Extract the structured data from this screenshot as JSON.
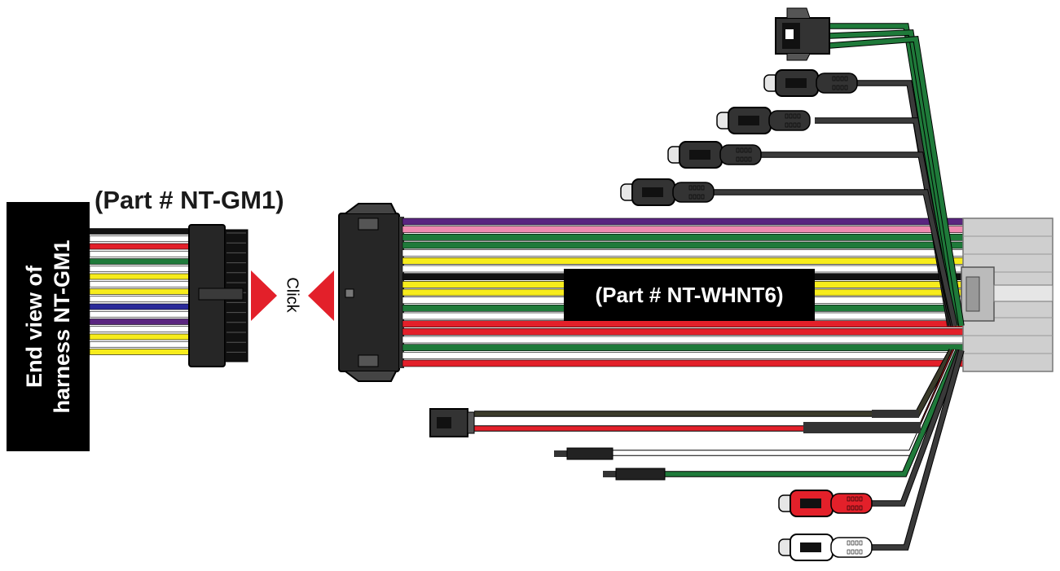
{
  "labels": {
    "end_view_line1": "End view of",
    "end_view_line2": "harness NT-GM1",
    "part_gm1": "(Part # NT-GM1)",
    "click": "Click",
    "part_whnt6": "(Part # NT-WHNT6)"
  },
  "colors": {
    "purple": "#5a2580",
    "pink": "#f08ab0",
    "green": "#1f7a3a",
    "yellow": "#f7ec1c",
    "black": "#111111",
    "white": "#ffffff",
    "red": "#e3202a",
    "blue": "#2a2a9a",
    "gray": "#3a3a3a",
    "arrow_red": "#e3202a"
  },
  "gm1_wires": [
    "black",
    "white",
    "red",
    "white",
    "green",
    "white",
    "yellow",
    "white",
    "yellow",
    "white",
    "blue",
    "white",
    "purple",
    "white",
    "yellow",
    "white",
    "yellow"
  ],
  "whnt6_wires": [
    "purple",
    "pink",
    "green",
    "green",
    "white",
    "yellow",
    "white",
    "black",
    "yellow",
    "yellow",
    "white",
    "green",
    "white",
    "red",
    "red",
    "white",
    "green",
    "white",
    "red"
  ]
}
